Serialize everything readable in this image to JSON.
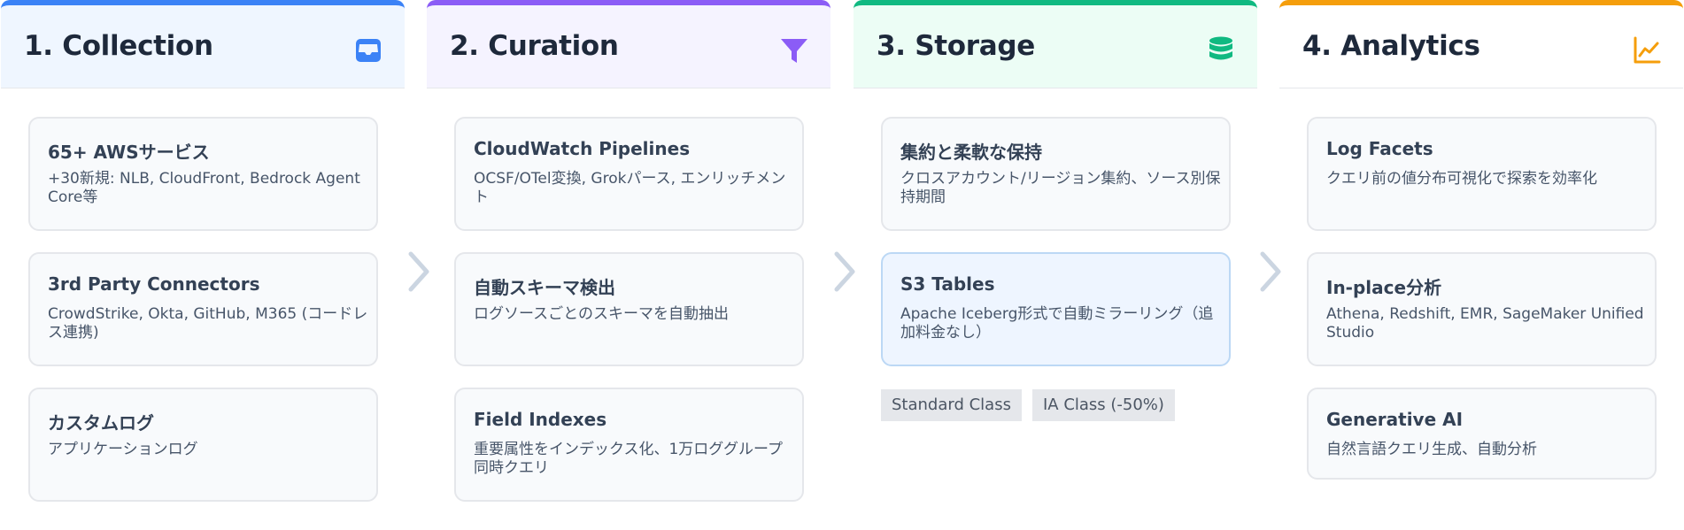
{
  "colors": {
    "collection_accent": "#3b82f6",
    "curation_accent": "#8b5cf6",
    "storage_accent": "#10b981",
    "analytics_accent": "#f59e0b",
    "chevron": "#cbd5e1"
  },
  "columns": [
    {
      "title": "1. Collection",
      "icon": "inbox-icon",
      "cards": [
        {
          "title": "65+ AWSサービス",
          "desc": "+30新規: NLB, CloudFront, Bedrock Agent Core等"
        },
        {
          "title": "3rd Party Connectors",
          "desc": "CrowdStrike, Okta, GitHub, M365 (コードレス連携)"
        },
        {
          "title": "カスタムログ",
          "desc": "アプリケーションログ"
        }
      ]
    },
    {
      "title": "2. Curation",
      "icon": "filter-icon",
      "cards": [
        {
          "title": "CloudWatch Pipelines",
          "desc": "OCSF/OTel変換, Grokパース, エンリッチメント"
        },
        {
          "title": "自動スキーマ検出",
          "desc": "ログソースごとのスキーマを自動抽出"
        },
        {
          "title": "Field Indexes",
          "desc": "重要属性をインデックス化、1万ロググループ同時クエリ"
        }
      ]
    },
    {
      "title": "3. Storage",
      "icon": "database-icon",
      "cards": [
        {
          "title": "集約と柔軟な保持",
          "desc": "クロスアカウント/リージョン集約、ソース別保持期間"
        },
        {
          "title": "S3 Tables",
          "desc": "Apache Iceberg形式で自動ミラーリング（追加料金なし）"
        }
      ],
      "tags": [
        "Standard Class",
        "IA Class (-50%)"
      ]
    },
    {
      "title": "4. Analytics",
      "icon": "line-chart-icon",
      "cards": [
        {
          "title": "Log Facets",
          "desc": "クエリ前の値分布可視化で探索を効率化"
        },
        {
          "title": "In-place分析",
          "desc": "Athena, Redshift, EMR, SageMaker Unified Studio"
        },
        {
          "title": "Generative AI",
          "desc": "自然言語クエリ生成、自動分析"
        }
      ]
    }
  ]
}
